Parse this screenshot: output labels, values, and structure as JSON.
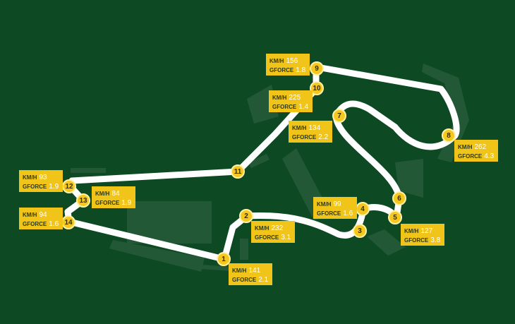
{
  "colors": {
    "background": "#0d4a24",
    "track": "#ffffff",
    "marker": "#f4c81e",
    "label_bg": "#f1c419"
  },
  "labels": {
    "speed": "KM/H",
    "gforce": "GFORCE"
  },
  "corners": [
    {
      "n": "1",
      "speed": "141",
      "gforce": "2.1"
    },
    {
      "n": "2",
      "speed": "232",
      "gforce": "3.1"
    },
    {
      "n": "3"
    },
    {
      "n": "4",
      "speed": "99",
      "gforce": "1.6"
    },
    {
      "n": "5",
      "speed": "127",
      "gforce": "3.8"
    },
    {
      "n": "6"
    },
    {
      "n": "7",
      "speed": "134",
      "gforce": "2.2"
    },
    {
      "n": "8",
      "speed": "262",
      "gforce": "4.3"
    },
    {
      "n": "9",
      "speed": "156",
      "gforce": "1.8"
    },
    {
      "n": "10",
      "speed": "225",
      "gforce": "1.4"
    },
    {
      "n": "11"
    },
    {
      "n": "12",
      "speed": "93",
      "gforce": "1.9"
    },
    {
      "n": "13",
      "speed": "84",
      "gforce": "1.9"
    },
    {
      "n": "14",
      "speed": "94",
      "gforce": "1.6"
    }
  ]
}
